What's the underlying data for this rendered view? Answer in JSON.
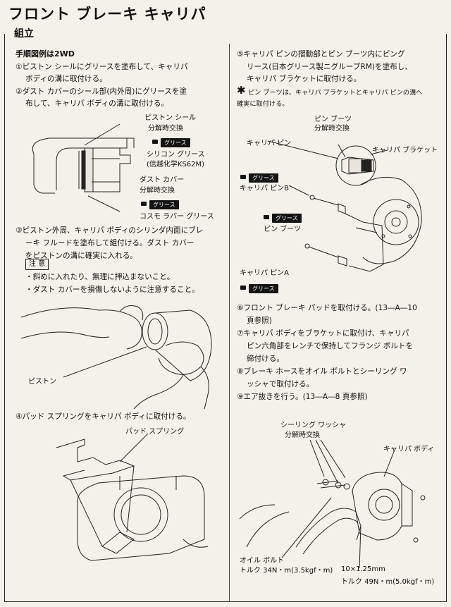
{
  "title": "フロント ブレーキ キャリパ",
  "section": "組立",
  "left": {
    "heading": "手順図例は2WD",
    "step1": [
      "①ピストン シールにグリースを塗布して、キャリパ",
      "ボディの溝に取付ける。"
    ],
    "step2": [
      "②ダスト カバーのシール部(内外周)にグリースを塗",
      "布して、キャリパ ボディの溝に取付ける。"
    ],
    "fig1": {
      "piston_seal": "ピストン シール",
      "replace1": "分解時交換",
      "grease_badge": "グリース",
      "silicone_grease": "シリコン グリース",
      "shinetsu": "(信越化学KS62M)",
      "dust_cover": "ダスト カバー",
      "replace2": "分解時交換",
      "cosmo_grease": "コスモ ラバー グリース"
    },
    "step3": [
      "③ピストン外周、キャリパ ボディのシリンダ内面にブレ",
      "ーキ フルードを塗布して組付ける。ダスト カバー",
      "をピストンの溝に確実に入れる。"
    ],
    "caution_label": "注 意",
    "caution": [
      "・斜めに入れたり、無理に押込まないこと。",
      "・ダスト カバーを損傷しないように注意すること。"
    ],
    "piston_label": "ピストン",
    "step4": "④パッド スプリングをキャリパ ボディに取付ける。",
    "pad_spring": "パッド スプリング"
  },
  "right": {
    "step5": [
      "⑤キャリパ ピンの摺動部とピン ブーツ内にピング",
      "リース(日本グリース製ニグルーブRM)を塗布し、",
      "キャリパ ブラケットに取付ける。"
    ],
    "star_note": [
      "ピン ブーツは、キャリパ ブラケットとキャリパ ピンの溝へ",
      "確実に取付ける。"
    ],
    "fig2": {
      "pin_boot_top": "ピン ブーツ",
      "replace": "分解時交換",
      "caliper_pin": "キャリパ ピン",
      "caliper_bracket": "キャリパ ブラケット",
      "pin_b": "キャリパ ピンB",
      "pin_boot": "ピン ブーツ",
      "pin_a": "キャリパ ピンA"
    },
    "step6": [
      "⑥フロント ブレーキ パッドを取付ける。(13―A―10",
      "頁参照)"
    ],
    "step7": [
      "⑦キャリパ ボディをブラケットに取付け、キャリパ",
      "ピン六角部をレンチで保持してフランジ ボルトを",
      "締付ける。"
    ],
    "step8": [
      "⑧ブレーキ ホースをオイル ボルトとシーリング ワ",
      "ッシャで取付ける。"
    ],
    "step9": "⑨エア抜きを行う。(13―A―8 頁参照)",
    "fig3": {
      "sealing_washer": "シーリング ワッシャ",
      "replace": "分解時交換",
      "caliper_body": "キャリパ ボディ",
      "oil_bolt": "オイル ボルト",
      "torque1": "トルク  34N・m(3.5kgf・m)",
      "bolt_size": "10×1.25mm",
      "torque2": "トルク  49N・m(5.0kgf・m)"
    }
  }
}
